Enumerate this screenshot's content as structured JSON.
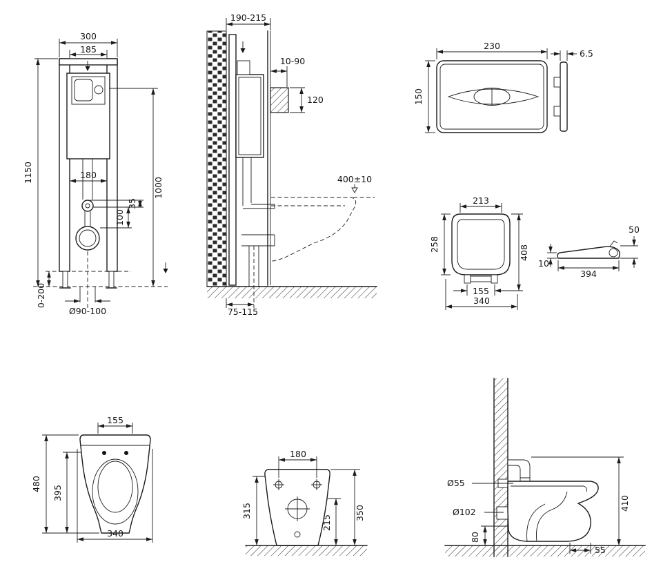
{
  "frame_front": {
    "total_width": "300",
    "inner_width": "185",
    "total_height": "1150",
    "panel_height": "1000",
    "rail_spacing": "180",
    "supply_offset": "35",
    "drain_offset": "100",
    "foot_adjustment": "0-200",
    "drain_diameter": "Ø90-100"
  },
  "frame_side": {
    "frame_depth": "190-215",
    "spout_projection": "10-90",
    "supply_height": "120",
    "bowl_rim_height": "400±10",
    "outlet_distance": "75-115"
  },
  "flush_plate": {
    "width": "230",
    "height": "150",
    "thickness": "6.5"
  },
  "seat_top": {
    "front_width": "213",
    "lid_depth": "258",
    "total_depth": "408",
    "hinge_spacing": "155",
    "width": "340"
  },
  "seat_side": {
    "back_height": "50",
    "front_thickness": "10",
    "length": "394"
  },
  "bowl_front": {
    "seat_width": "155",
    "total_height": "480",
    "bowl_height": "395",
    "width": "340"
  },
  "bowl_back": {
    "hole_spacing": "180",
    "inlet_height": "315",
    "outlet_height": "215",
    "total_height": "350"
  },
  "bowl_side": {
    "inlet_diameter": "Ø55",
    "outlet_diameter": "Ø102",
    "total_height": "410",
    "outlet_center_height": "80",
    "bottom_clearance": "55"
  }
}
